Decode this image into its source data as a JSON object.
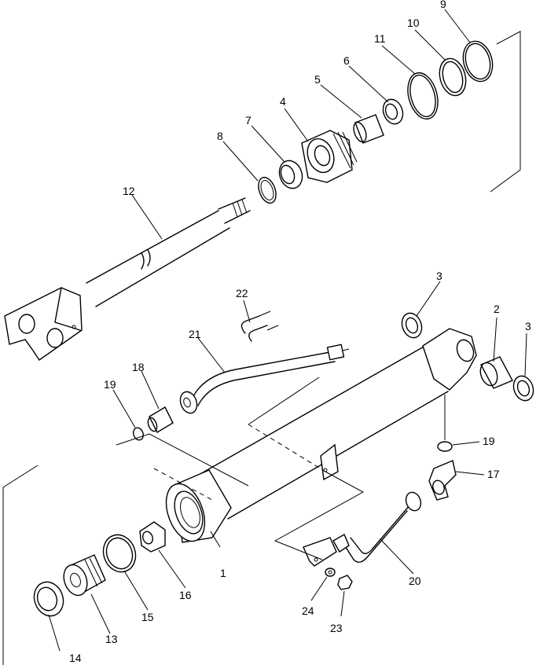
{
  "callouts": [
    {
      "id": "c1",
      "text": "1"
    },
    {
      "id": "c2",
      "text": "2"
    },
    {
      "id": "c3a",
      "text": "3"
    },
    {
      "id": "c3b",
      "text": "3"
    },
    {
      "id": "c4",
      "text": "4"
    },
    {
      "id": "c5",
      "text": "5"
    },
    {
      "id": "c6",
      "text": "6"
    },
    {
      "id": "c7",
      "text": "7"
    },
    {
      "id": "c8",
      "text": "8"
    },
    {
      "id": "c9",
      "text": "9"
    },
    {
      "id": "c10",
      "text": "10"
    },
    {
      "id": "c11",
      "text": "11"
    },
    {
      "id": "c12",
      "text": "12"
    },
    {
      "id": "c13",
      "text": "13"
    },
    {
      "id": "c14",
      "text": "14"
    },
    {
      "id": "c15",
      "text": "15"
    },
    {
      "id": "c16",
      "text": "16"
    },
    {
      "id": "c17",
      "text": "17"
    },
    {
      "id": "c18",
      "text": "18"
    },
    {
      "id": "c19a",
      "text": "19"
    },
    {
      "id": "c19b",
      "text": "19"
    },
    {
      "id": "c20",
      "text": "20"
    },
    {
      "id": "c21",
      "text": "21"
    },
    {
      "id": "c22",
      "text": "22"
    },
    {
      "id": "c23",
      "text": "23"
    },
    {
      "id": "c24",
      "text": "24"
    }
  ]
}
